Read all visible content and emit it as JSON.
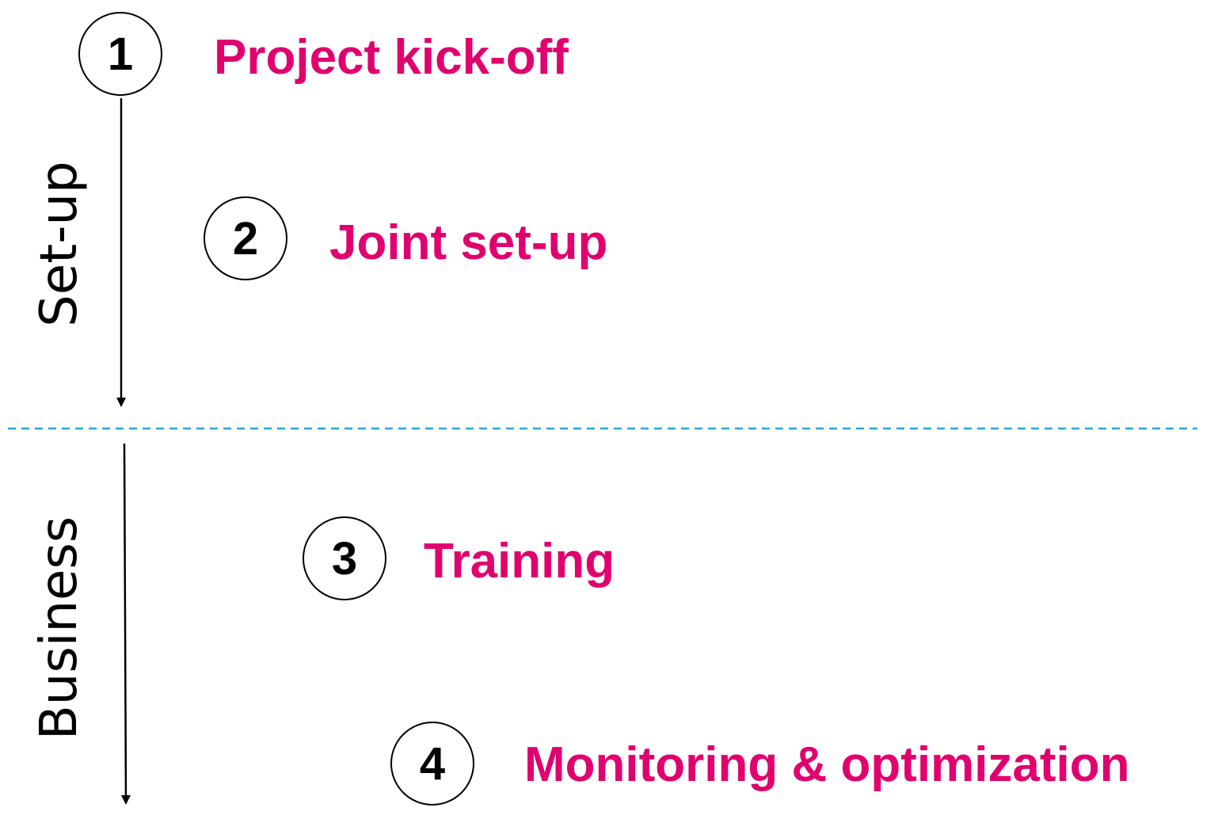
{
  "colors": {
    "accent": "#e0006e",
    "divider": "#2aa5d8",
    "line": "#000000"
  },
  "phases": [
    {
      "label": "Set-up"
    },
    {
      "label": "Business"
    }
  ],
  "steps": [
    {
      "number": "1",
      "title": "Project kick-off"
    },
    {
      "number": "2",
      "title": "Joint set-up"
    },
    {
      "number": "3",
      "title": "Training"
    },
    {
      "number": "4",
      "title": "Monitoring & optimization"
    }
  ]
}
